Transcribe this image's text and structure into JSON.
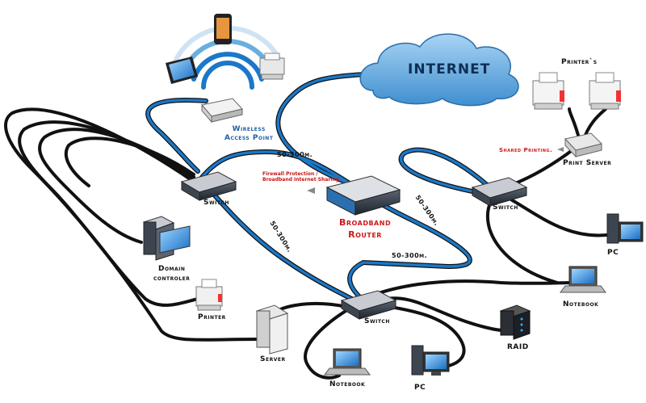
{
  "labels": {
    "internet": "INTERNET",
    "wireless_ap": "Wireless\nAccess Point",
    "switch_top": "Switch",
    "switch_right": "Switch",
    "switch_bottom": "Switch",
    "broadband_router": "Broadband\nRouter",
    "firewall_note": "Firewall Protection /\nBroadband Internet Sharing",
    "printers": "Printer`s",
    "shared_printing": "Shared Printing.",
    "print_server": "Print Server",
    "domain_controller": "Domain\ncontroler",
    "printer": "Printer",
    "server": "Server",
    "notebook_bottom": "Notebook",
    "pc_bottom": "PC",
    "raid": "RAID",
    "notebook_right": "Notebook",
    "pc_right": "PC",
    "dist_1": "50-300m.",
    "dist_2": "50-300m.",
    "dist_3": "50-300m.",
    "dist_4": "50-300m."
  },
  "colors": {
    "cable_black": "#111111",
    "cable_blue": "#1b78c8",
    "cloud": "#6aaee0",
    "cloud_text": "#0d2f55",
    "label_red": "#d01818",
    "label_blue": "#1f5fa8"
  }
}
